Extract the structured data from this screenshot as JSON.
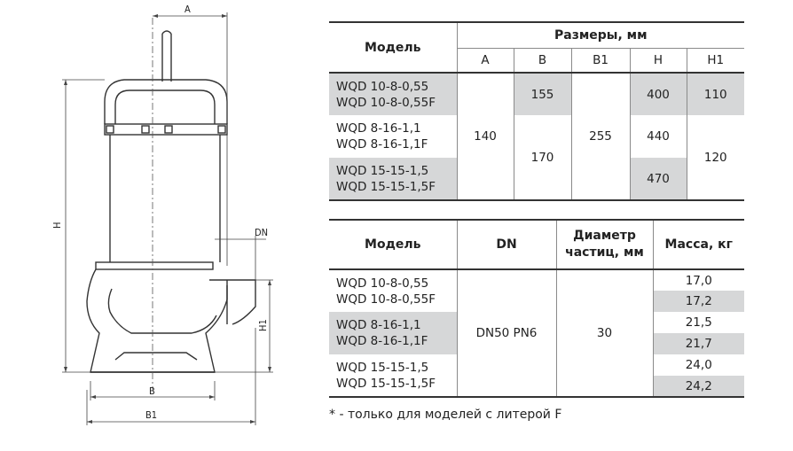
{
  "drawing": {
    "dimension_labels": [
      "A",
      "H",
      "DN",
      "H1",
      "B",
      "B1"
    ]
  },
  "table_sizes": {
    "header_model": "Модель",
    "header_group": "Размеры, мм",
    "columns": [
      "A",
      "B",
      "B1",
      "H",
      "H1"
    ],
    "models": [
      [
        "WQD 10-8-0,55",
        "WQD 10-8-0,55F"
      ],
      [
        "WQD 8-16-1,1",
        "WQD 8-16-1,1F"
      ],
      [
        "WQD 15-15-1,5",
        "WQD 15-15-1,5F"
      ]
    ],
    "A": "140",
    "B": [
      "155",
      "170"
    ],
    "B1": "255",
    "H": [
      "400",
      "440",
      "470"
    ],
    "H1": [
      "110",
      "120"
    ]
  },
  "table_mass": {
    "header_model": "Модель",
    "header_dn": "DN",
    "header_particles": "Диаметр частиц, мм",
    "header_mass": "Масса, кг",
    "models": [
      [
        "WQD 10-8-0,55",
        "WQD 10-8-0,55F"
      ],
      [
        "WQD 8-16-1,1",
        "WQD 8-16-1,1F"
      ],
      [
        "WQD 15-15-1,5",
        "WQD 15-15-1,5F"
      ]
    ],
    "dn": "DN50 PN6",
    "particles": "30",
    "mass": [
      "17,0",
      "17,2",
      "21,5",
      "21,7",
      "24,0",
      "24,2"
    ]
  },
  "footnote": "* - только для моделей с литерой F",
  "colors": {
    "shade": "#d6d7d8",
    "line": "#333333"
  }
}
